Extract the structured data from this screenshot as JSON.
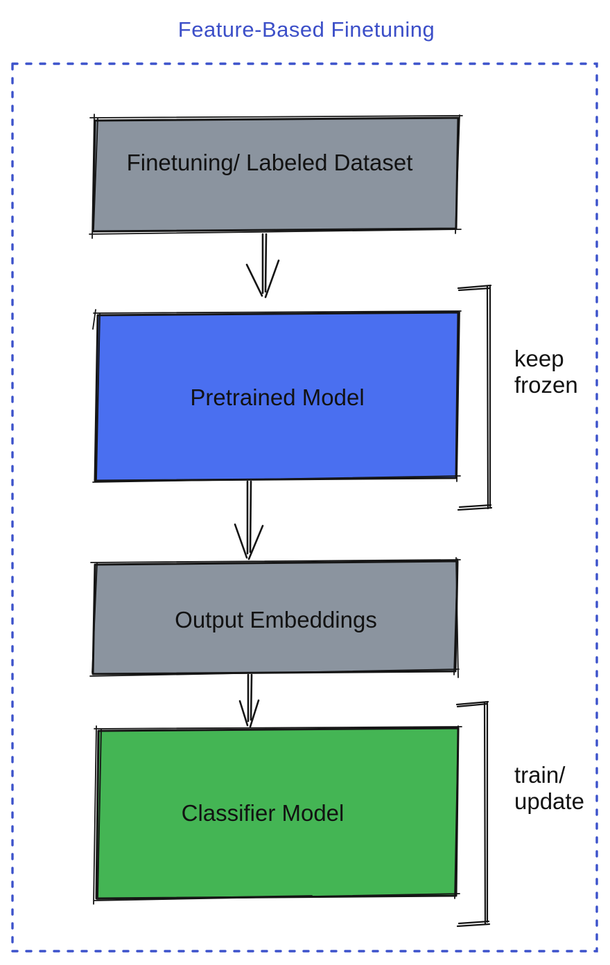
{
  "title": "Feature-Based Finetuning",
  "colors": {
    "title_blue": "#3C4FC8",
    "border_blue": "#3C52CB",
    "node_gray": "#8B949F",
    "node_blue": "#4A6FF0",
    "node_green": "#44B554",
    "ink": "#151515"
  },
  "diagram": {
    "nodes": [
      {
        "id": "dataset",
        "label": "Finetuning/ Labeled Dataset",
        "fill": "#8B949F"
      },
      {
        "id": "pretrained",
        "label": "Pretrained Model",
        "fill": "#4A6FF0"
      },
      {
        "id": "embeddings",
        "label": "Output Embeddings",
        "fill": "#8B949F"
      },
      {
        "id": "classifier",
        "label": "Classifier Model",
        "fill": "#44B554"
      }
    ],
    "edges": [
      {
        "from": "dataset",
        "to": "pretrained"
      },
      {
        "from": "pretrained",
        "to": "embeddings"
      },
      {
        "from": "embeddings",
        "to": "classifier"
      }
    ],
    "annotations": [
      {
        "target": "pretrained",
        "lines": [
          "keep",
          "frozen"
        ]
      },
      {
        "target": "classifier",
        "lines": [
          "train/",
          "update"
        ]
      }
    ]
  }
}
